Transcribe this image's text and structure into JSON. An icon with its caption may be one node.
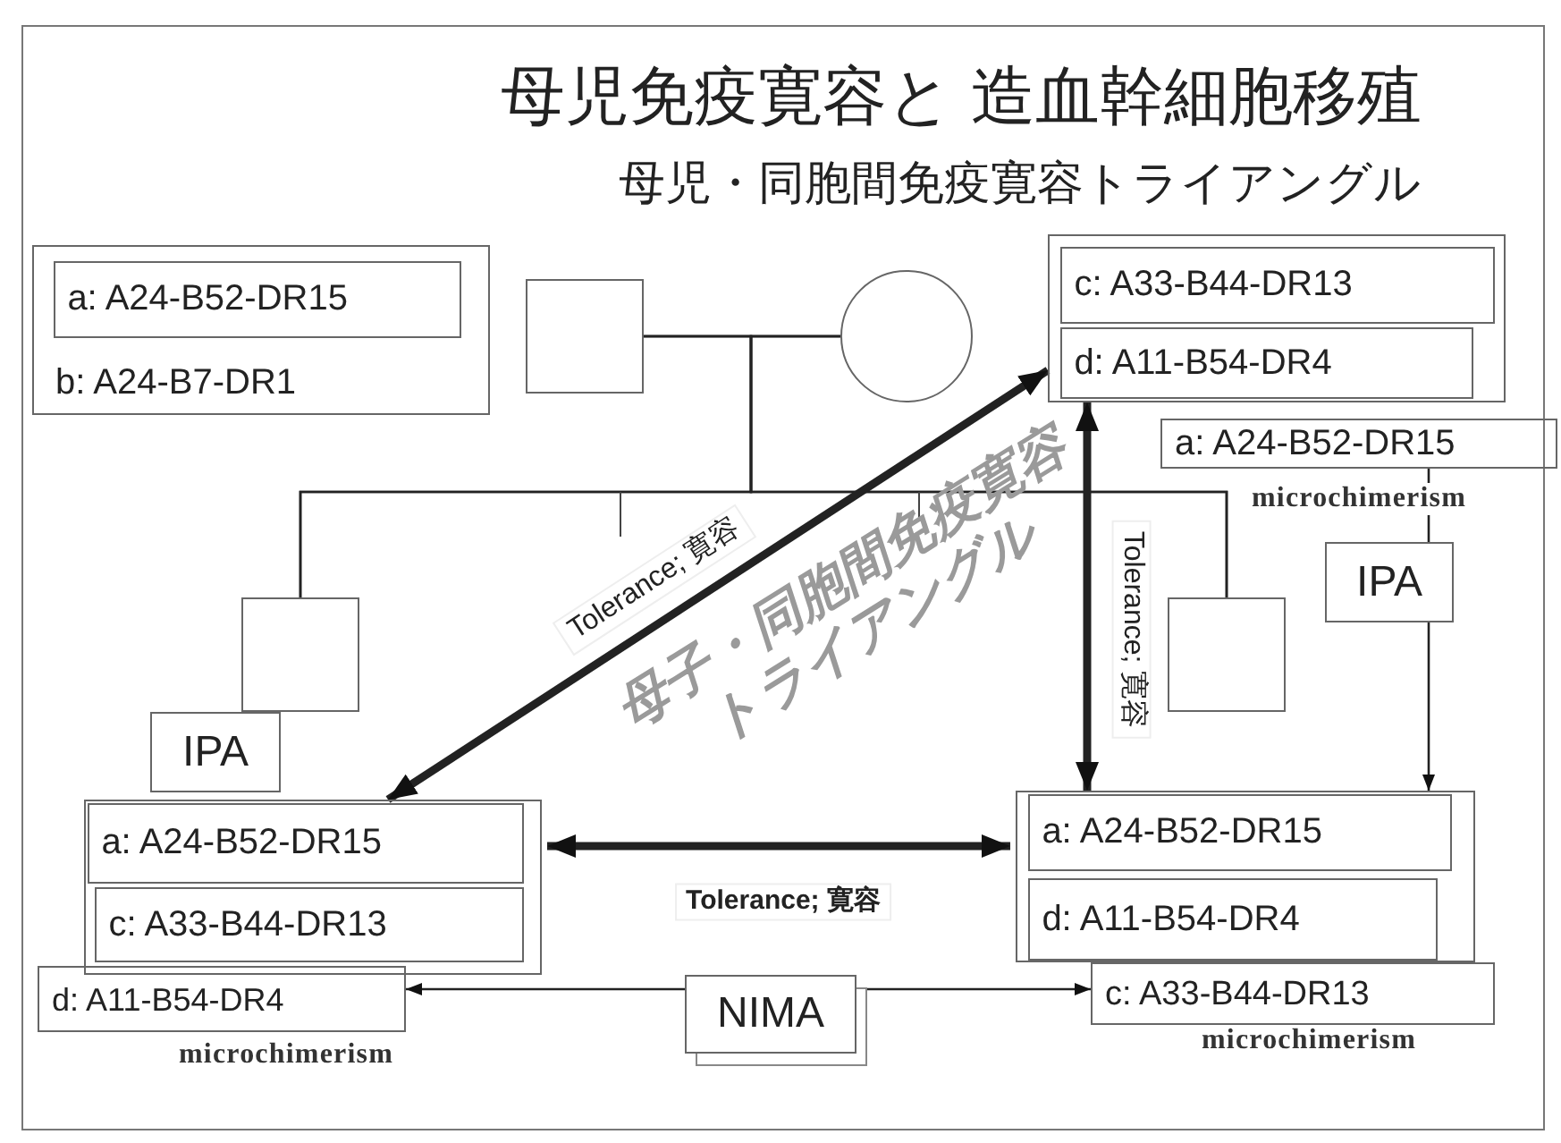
{
  "diagram": {
    "title": "母児免疫寛容と 造血幹細胞移殖",
    "nodes": [
      {
        "text": [
          "b: A24-B7-DR1"
        ]
      },
      {
        "text": [
          "a: A24-B52-DR15"
        ],
        "in": 0
      },
      {
        "text": [],
        "shape": "box"
      },
      {
        "text": [],
        "shape": "circle"
      },
      {
        "text": [],
        "shape": "box"
      },
      {
        "text": [
          "c: A33-B44-DR13"
        ],
        "in": 4
      },
      {
        "text": [
          "d: A11-B54-DR4"
        ],
        "in": 4
      },
      {
        "text": [
          "a: A24-B52-DR15"
        ],
        "beside": [
          "microchimerism"
        ]
      },
      {
        "text": [],
        "shape": "box"
      },
      {
        "text": [
          "IPA"
        ]
      },
      {
        "text": [],
        "shape": "box"
      },
      {
        "text": [
          "IPA"
        ]
      },
      {
        "text": [],
        "shape": "box"
      },
      {
        "text": [
          "a: A24-B52-DR15"
        ],
        "in": 12
      },
      {
        "text": [
          "c: A33-B44-DR13"
        ],
        "in": 12
      },
      {
        "text": [
          "d: A11-B54-DR4"
        ],
        "beside": [
          "microchimerism"
        ]
      },
      {
        "text": [
          "NIMA"
        ]
      },
      {
        "text": [],
        "shape": "box"
      },
      {
        "text": [
          "a: A24-B52-DR15"
        ],
        "in": 17
      },
      {
        "text": [
          "d: A11-B54-DR4"
        ],
        "in": 17
      },
      {
        "text": [
          "c: A33-B44-DR13"
        ],
        "beside": [
          "microchimerism"
        ]
      }
    ],
    "edges": [
      {
        "from": 2,
        "to": 3,
        "arrow": "none"
      },
      {
        "from": 2,
        "to": 8,
        "arrow": "none"
      },
      {
        "from": 2,
        "to": 10,
        "arrow": "none"
      },
      {
        "from": 3,
        "to": 8,
        "arrow": "none"
      },
      {
        "from": 3,
        "to": 10,
        "arrow": "none"
      },
      {
        "from": 12,
        "to": 4,
        "arrow": "both",
        "style": "thick",
        "label": "Tolerance; 寛容"
      },
      {
        "from": 4,
        "to": 17,
        "arrow": "both",
        "style": "thick",
        "label": "Tolerance; 寛容"
      },
      {
        "from": 12,
        "to": 17,
        "arrow": "both",
        "style": "thick",
        "label": "Tolerance; 寛容"
      },
      {
        "from": 7,
        "to": 11,
        "arrow": "none"
      },
      {
        "from": 11,
        "to": 17,
        "arrow": "to"
      },
      {
        "from": 16,
        "to": 15,
        "arrow": "to"
      },
      {
        "from": 16,
        "to": 20,
        "arrow": "to"
      }
    ],
    "labels": [
      "母児・同胞間免疫寛容トライアングル",
      "母子・同胞間免疫寛容トライアングル"
    ]
  }
}
